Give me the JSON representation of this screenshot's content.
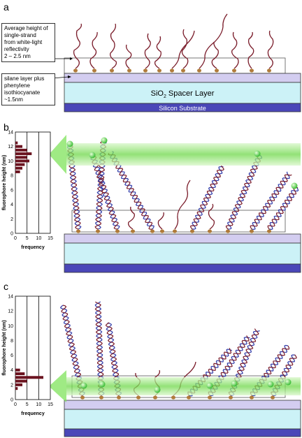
{
  "panels": {
    "a": {
      "label": "a",
      "note_height_lines": [
        "Average height of",
        "single-strand",
        "from white-light",
        "reflectivity",
        "2 – 2.5 nm"
      ],
      "note_layer_lines": [
        "silane layer plus",
        "phenylene",
        "isothiocyanate",
        "~1.5nm"
      ],
      "spacer_label": "SiO",
      "spacer_sub": "2",
      "spacer_rest": " Spacer Layer",
      "substrate_label": "Silicon Substrate"
    },
    "b": {
      "label": "b"
    },
    "c": {
      "label": "c"
    }
  },
  "histogram": {
    "ylabel": "fluorophore height (nm)",
    "xlabel": "frequency",
    "yticks": [
      "0",
      "2",
      "4",
      "6",
      "8",
      "10",
      "12",
      "14"
    ],
    "xticks": [
      "0",
      "5",
      "10",
      "15"
    ]
  },
  "chart_data": [
    {
      "type": "bar",
      "orientation": "horizontal",
      "ylabel": "fluorophore height (nm)",
      "xlabel": "frequency",
      "ylim": [
        0,
        14
      ],
      "xlim": [
        0,
        15
      ],
      "bins": [
        8.5,
        9,
        9.5,
        10,
        10.5,
        11,
        11.5,
        12,
        12.5
      ],
      "values": [
        2,
        3,
        4,
        6,
        5,
        7,
        5,
        3,
        1
      ]
    },
    {
      "type": "bar",
      "orientation": "horizontal",
      "ylabel": "fluorophore height (nm)",
      "xlabel": "frequency",
      "ylim": [
        0,
        14
      ],
      "xlim": [
        0,
        15
      ],
      "bins": [
        1.5,
        2,
        2.5,
        3,
        3.5,
        4
      ],
      "values": [
        1,
        3,
        5,
        12,
        4,
        2
      ]
    }
  ],
  "colors": {
    "spacer": "#ccf2f7",
    "silane": "#d3cdf0",
    "substrate": "#4a47b8",
    "dna_red": "#7a1c2a",
    "dna_blue": "#2f3aa8",
    "anchor": "#b07b3a",
    "fluor": "#6fe04a",
    "beam": "#7fe35c",
    "hist_bar": "#6b1420"
  }
}
